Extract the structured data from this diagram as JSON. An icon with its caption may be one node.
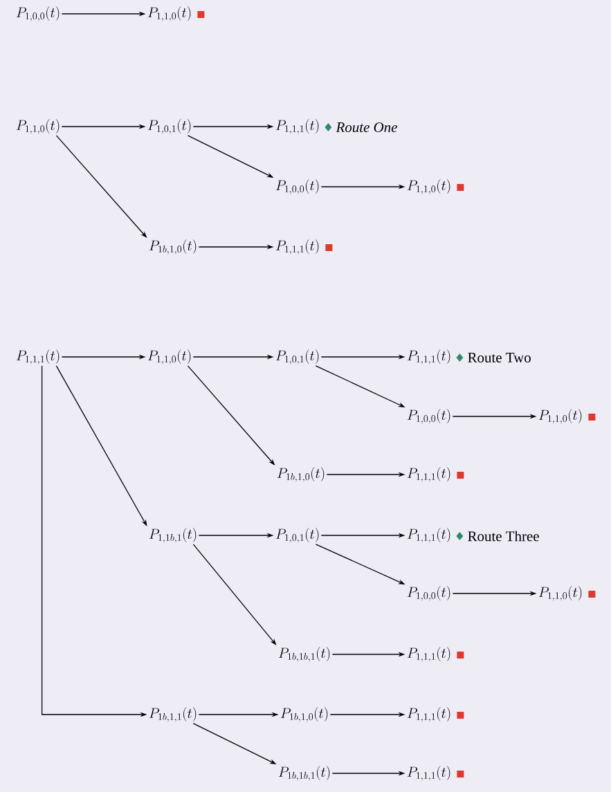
{
  "diagram": {
    "nodes": [
      {
        "text": [
          "P_{1,0,0}(t)"
        ]
      },
      {
        "text": [
          "P_{1,1,0}(t)"
        ]
      },
      {
        "text": [
          "P_{1,1,0}(t)"
        ]
      },
      {
        "text": [
          "P_{1,0,1}(t)"
        ]
      },
      {
        "text": [
          "P_{1,1,1}(t)"
        ],
        "beside": [
          "Route One"
        ]
      },
      {
        "text": [
          "P_{1,0,0}(t)"
        ]
      },
      {
        "text": [
          "P_{1,1,0}(t)"
        ]
      },
      {
        "text": [
          "P_{1b,1,0}(t)"
        ]
      },
      {
        "text": [
          "P_{1,1,1}(t)"
        ]
      },
      {
        "text": [
          "P_{1,1,1}(t)"
        ]
      },
      {
        "text": [
          "P_{1,1,0}(t)"
        ]
      },
      {
        "text": [
          "P_{1,0,1}(t)"
        ]
      },
      {
        "text": [
          "P_{1,1,1}(t)"
        ],
        "beside": [
          "Route Two"
        ]
      },
      {
        "text": [
          "P_{1,0,0}(t)"
        ]
      },
      {
        "text": [
          "P_{1,1,0}(t)"
        ]
      },
      {
        "text": [
          "P_{1b,1,0}(t)"
        ]
      },
      {
        "text": [
          "P_{1,1,1}(t)"
        ]
      },
      {
        "text": [
          "P_{1,1b,1}(t)"
        ]
      },
      {
        "text": [
          "P_{1,0,1}(t)"
        ]
      },
      {
        "text": [
          "P_{1,1,1}(t)"
        ],
        "beside": [
          "Route Three"
        ]
      },
      {
        "text": [
          "P_{1,0,0}(t)"
        ]
      },
      {
        "text": [
          "P_{1,1,0}(t)"
        ]
      },
      {
        "text": [
          "P_{1b,1b,1}(t)"
        ]
      },
      {
        "text": [
          "P_{1,1,1}(t)"
        ]
      },
      {
        "text": [
          "P_{1b,1,1}(t)"
        ]
      },
      {
        "text": [
          "P_{1b,1,0}(t)"
        ]
      },
      {
        "text": [
          "P_{1,1,1}(t)"
        ]
      },
      {
        "text": [
          "P_{1b,1b,1}(t)"
        ]
      },
      {
        "text": [
          "P_{1,1,1}(t)"
        ]
      }
    ],
    "edges": [
      {
        "from": 0,
        "to": 1,
        "arrow": "to"
      },
      {
        "from": 2,
        "to": 3,
        "arrow": "to"
      },
      {
        "from": 3,
        "to": 4,
        "arrow": "to"
      },
      {
        "from": 3,
        "to": 5,
        "arrow": "to"
      },
      {
        "from": 5,
        "to": 6,
        "arrow": "to"
      },
      {
        "from": 2,
        "to": 7,
        "arrow": "to"
      },
      {
        "from": 7,
        "to": 8,
        "arrow": "to"
      },
      {
        "from": 9,
        "to": 10,
        "arrow": "to"
      },
      {
        "from": 10,
        "to": 11,
        "arrow": "to"
      },
      {
        "from": 11,
        "to": 12,
        "arrow": "to"
      },
      {
        "from": 11,
        "to": 13,
        "arrow": "to"
      },
      {
        "from": 13,
        "to": 14,
        "arrow": "to"
      },
      {
        "from": 10,
        "to": 15,
        "arrow": "to"
      },
      {
        "from": 15,
        "to": 16,
        "arrow": "to"
      },
      {
        "from": 9,
        "to": 17,
        "arrow": "to"
      },
      {
        "from": 17,
        "to": 18,
        "arrow": "to"
      },
      {
        "from": 18,
        "to": 19,
        "arrow": "to"
      },
      {
        "from": 18,
        "to": 20,
        "arrow": "to"
      },
      {
        "from": 20,
        "to": 21,
        "arrow": "to"
      },
      {
        "from": 17,
        "to": 22,
        "arrow": "to"
      },
      {
        "from": 22,
        "to": 23,
        "arrow": "to"
      },
      {
        "from": 9,
        "to": 24,
        "arrow": "to"
      },
      {
        "from": 24,
        "to": 25,
        "arrow": "to"
      },
      {
        "from": 25,
        "to": 26,
        "arrow": "to"
      },
      {
        "from": 24,
        "to": 27,
        "arrow": "to"
      },
      {
        "from": 27,
        "to": 28,
        "arrow": "to"
      }
    ]
  }
}
